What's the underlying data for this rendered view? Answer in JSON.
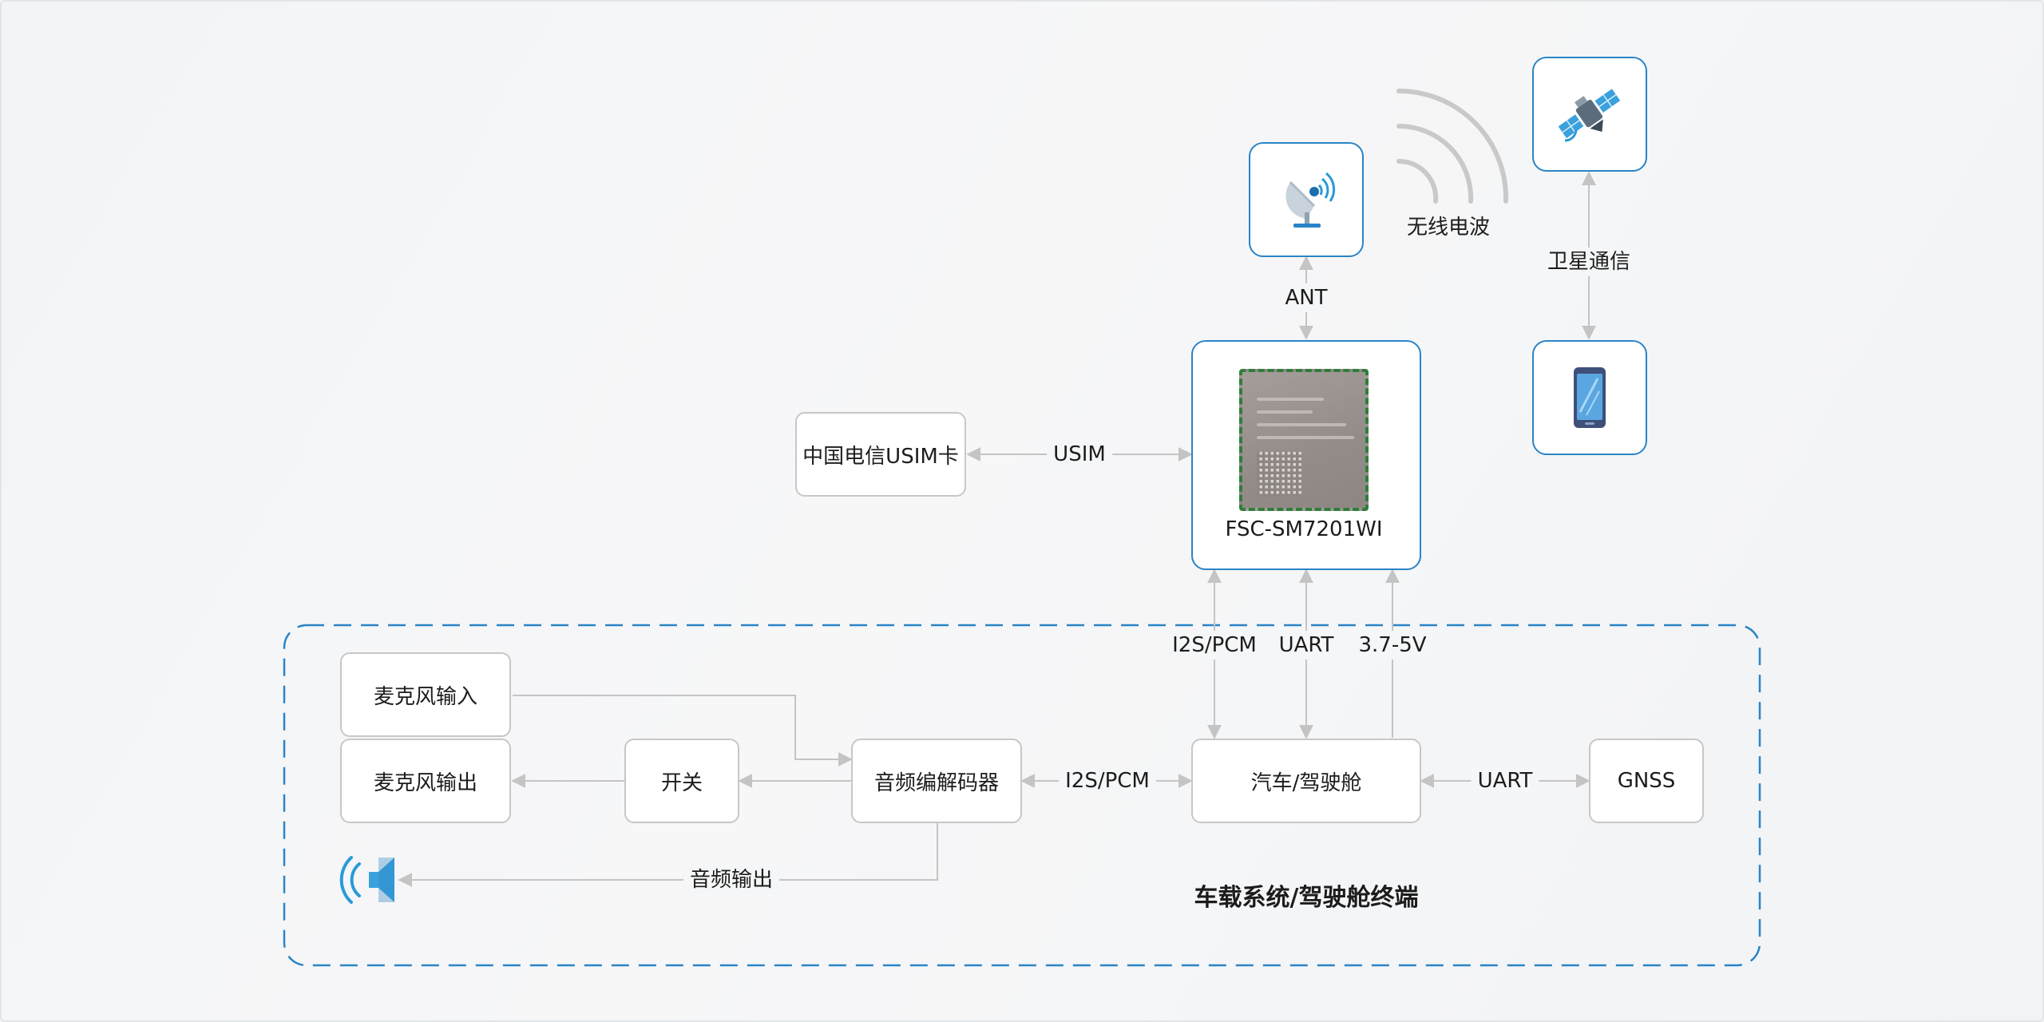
{
  "module": {
    "name": "FSC-SM7201WI"
  },
  "nodes": {
    "usim_card": "中国电信USIM卡",
    "mic_in": "麦克风输入",
    "mic_out": "麦克风输出",
    "switch": "开关",
    "codec": "音频编解码器",
    "car": "汽车/驾驶舱",
    "gnss": "GNSS"
  },
  "edges": {
    "ant": "ANT",
    "radio_waves": "无线电波",
    "satellite_comm": "卫星通信",
    "usim": "USIM",
    "i2s_pcm_up": "I2S/PCM",
    "uart_up": "UART",
    "power": "3.7-5V",
    "i2s_pcm_codec": "I2S/PCM",
    "uart_gnss": "UART",
    "audio_out": "音频输出"
  },
  "region": {
    "title": "车载系统/驾驶舱终端"
  },
  "icons": [
    "antenna-dish-icon",
    "satellite-icon",
    "smartphone-icon",
    "radio-wave-icon",
    "speaker-icon",
    "module-chip-icon"
  ],
  "colors": {
    "accent": "#2a84c6",
    "connector": "#c4c4c4",
    "region_border": "#2a84c6",
    "chip_border": "#2f7d3a"
  }
}
